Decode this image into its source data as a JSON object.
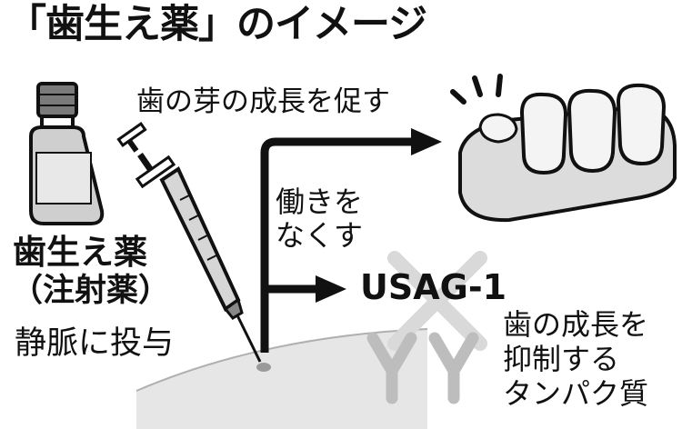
{
  "title": "「歯生え薬」のイメージ",
  "drug": {
    "name": "歯生え薬",
    "subtitle": "（注射薬）"
  },
  "administration": "静脈に投与",
  "effect": "歯の芽の成長を促す",
  "disable_lines": [
    "働きを",
    "なくす"
  ],
  "protein": {
    "name": "USAG-1",
    "description_lines": [
      "歯の成長を",
      "抑制する",
      "タンパク質"
    ]
  },
  "colors": {
    "line": "#111111",
    "vial_body": "#cfcfcf",
    "skin": "#e6e6e6",
    "gum": "#dcdcdc",
    "tooth": "#f4f4f4",
    "protein_grey": "#bdbdbd",
    "cross_grey": "#d9d9d9"
  },
  "icons": [
    "vial-icon",
    "syringe-icon",
    "teeth-icon",
    "shine-icon",
    "antibody-icon",
    "cross-icon"
  ]
}
